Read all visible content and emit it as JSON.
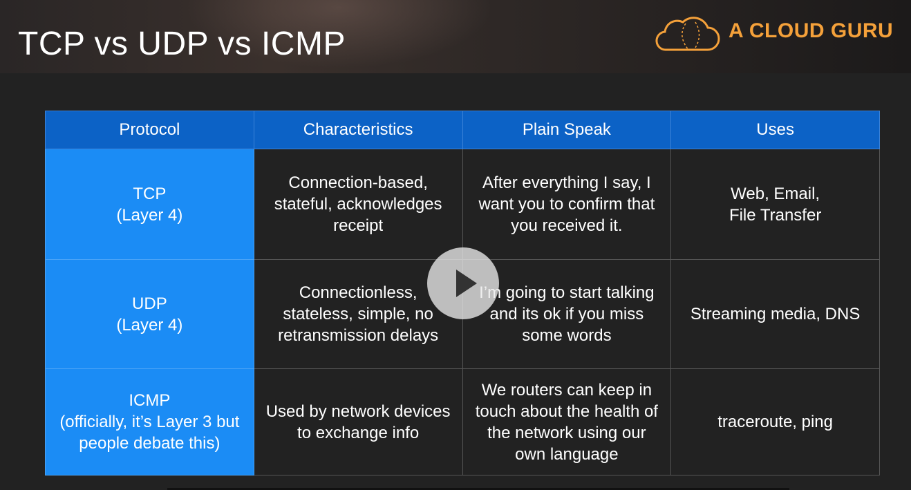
{
  "slide": {
    "title": "TCP vs UDP vs ICMP",
    "brand": "A CLOUD GURU"
  },
  "table": {
    "headers": [
      "Protocol",
      "Characteristics",
      "Plain Speak",
      "Uses"
    ],
    "rows": [
      {
        "protocol": [
          "TCP",
          "(Layer 4)"
        ],
        "characteristics": [
          "Connection-based,",
          "stateful, acknowledges",
          "receipt"
        ],
        "plain_speak": [
          "After everything I say, I",
          "want you to confirm that",
          "you received it."
        ],
        "uses": [
          "Web, Email,",
          "File Transfer"
        ]
      },
      {
        "protocol": [
          "UDP",
          "(Layer 4)"
        ],
        "characteristics": [
          "Connectionless,",
          "stateless, simple, no",
          "retransmission delays"
        ],
        "plain_speak": [
          "I’m going to start talking",
          "and its ok if you miss",
          "some words"
        ],
        "uses": [
          "Streaming media, DNS"
        ]
      },
      {
        "protocol": [
          "ICMP",
          "(officially, it’s Layer 3 but",
          "people debate this)"
        ],
        "characteristics": [
          "Used by network devices",
          "to exchange info"
        ],
        "plain_speak": [
          "We routers can keep in",
          "touch about the health of",
          "the network using our",
          "own language"
        ],
        "uses": [
          "traceroute, ping"
        ]
      }
    ]
  },
  "icons": {
    "logo": "cloud-logo-icon",
    "play": "play-icon"
  },
  "colors": {
    "header_blue": "#0c62c6",
    "protocol_blue": "#1b8cf5",
    "brand_orange": "#f5a13a",
    "background": "#222222"
  }
}
